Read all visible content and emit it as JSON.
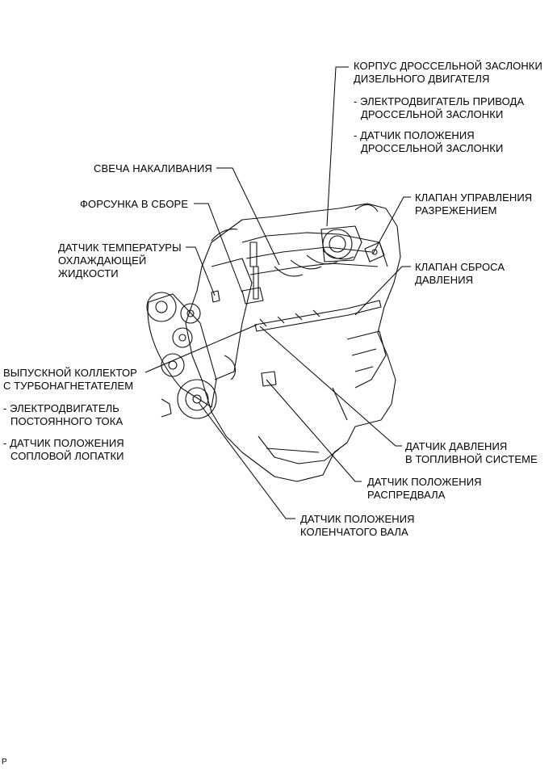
{
  "labels": {
    "throttle_body": [
      "КОРПУС ДРОССЕЛЬНОЙ ЗАСЛОНКИ",
      "ДИЗЕЛЬНОГО ДВИГАТЕЛЯ"
    ],
    "throttle_motor": [
      "- ЭЛЕКТРОДВИГАТЕЛЬ ПРИВОДА",
      "ДРОССЕЛЬНОЙ ЗАСЛОНКИ"
    ],
    "throttle_sensor": [
      "- ДАТЧИК ПОЛОЖЕНИЯ",
      "ДРОССЕЛЬНОЙ ЗАСЛОНКИ"
    ],
    "glow_plug": [
      "СВЕЧА НАКАЛИВАНИЯ"
    ],
    "injector": [
      "ФОРСУНКА В СБОРЕ"
    ],
    "vacuum_valve": [
      "КЛАПАН УПРАВЛЕНИЯ",
      "РАЗРЕЖЕНИЕМ"
    ],
    "coolant_sensor": [
      "ДАТЧИК ТЕМПЕРАТУРЫ",
      "ОХЛАЖДАЮЩЕЙ",
      "ЖИДКОСТИ"
    ],
    "relief_valve": [
      "КЛАПАН СБРОСА",
      "ДАВЛЕНИЯ"
    ],
    "exhaust_manifold": [
      "ВЫПУСКНОЙ КОЛЛЕКТОР",
      "С ТУРБОНАГНЕТАТЕЛЕМ"
    ],
    "dc_motor": [
      "- ЭЛЕКТРОДВИГАТЕЛЬ",
      "ПОСТОЯННОГО ТОКА"
    ],
    "nozzle_sensor": [
      "- ДАТЧИК ПОЛОЖЕНИЯ",
      "СОПЛОВОЙ ЛОПАТКИ"
    ],
    "fuel_pressure_sensor": [
      "ДАТЧИК ДАВЛЕНИЯ",
      "В ТОПЛИВНОЙ СИСТЕМЕ"
    ],
    "camshaft_sensor": [
      "ДАТЧИК ПОЛОЖЕНИЯ",
      "РАСПРЕДВАЛА"
    ],
    "crankshaft_sensor": [
      "ДАТЧИК ПОЛОЖЕНИЯ",
      "КОЛЕНЧАТОГО ВАЛА"
    ]
  },
  "footer": "P"
}
